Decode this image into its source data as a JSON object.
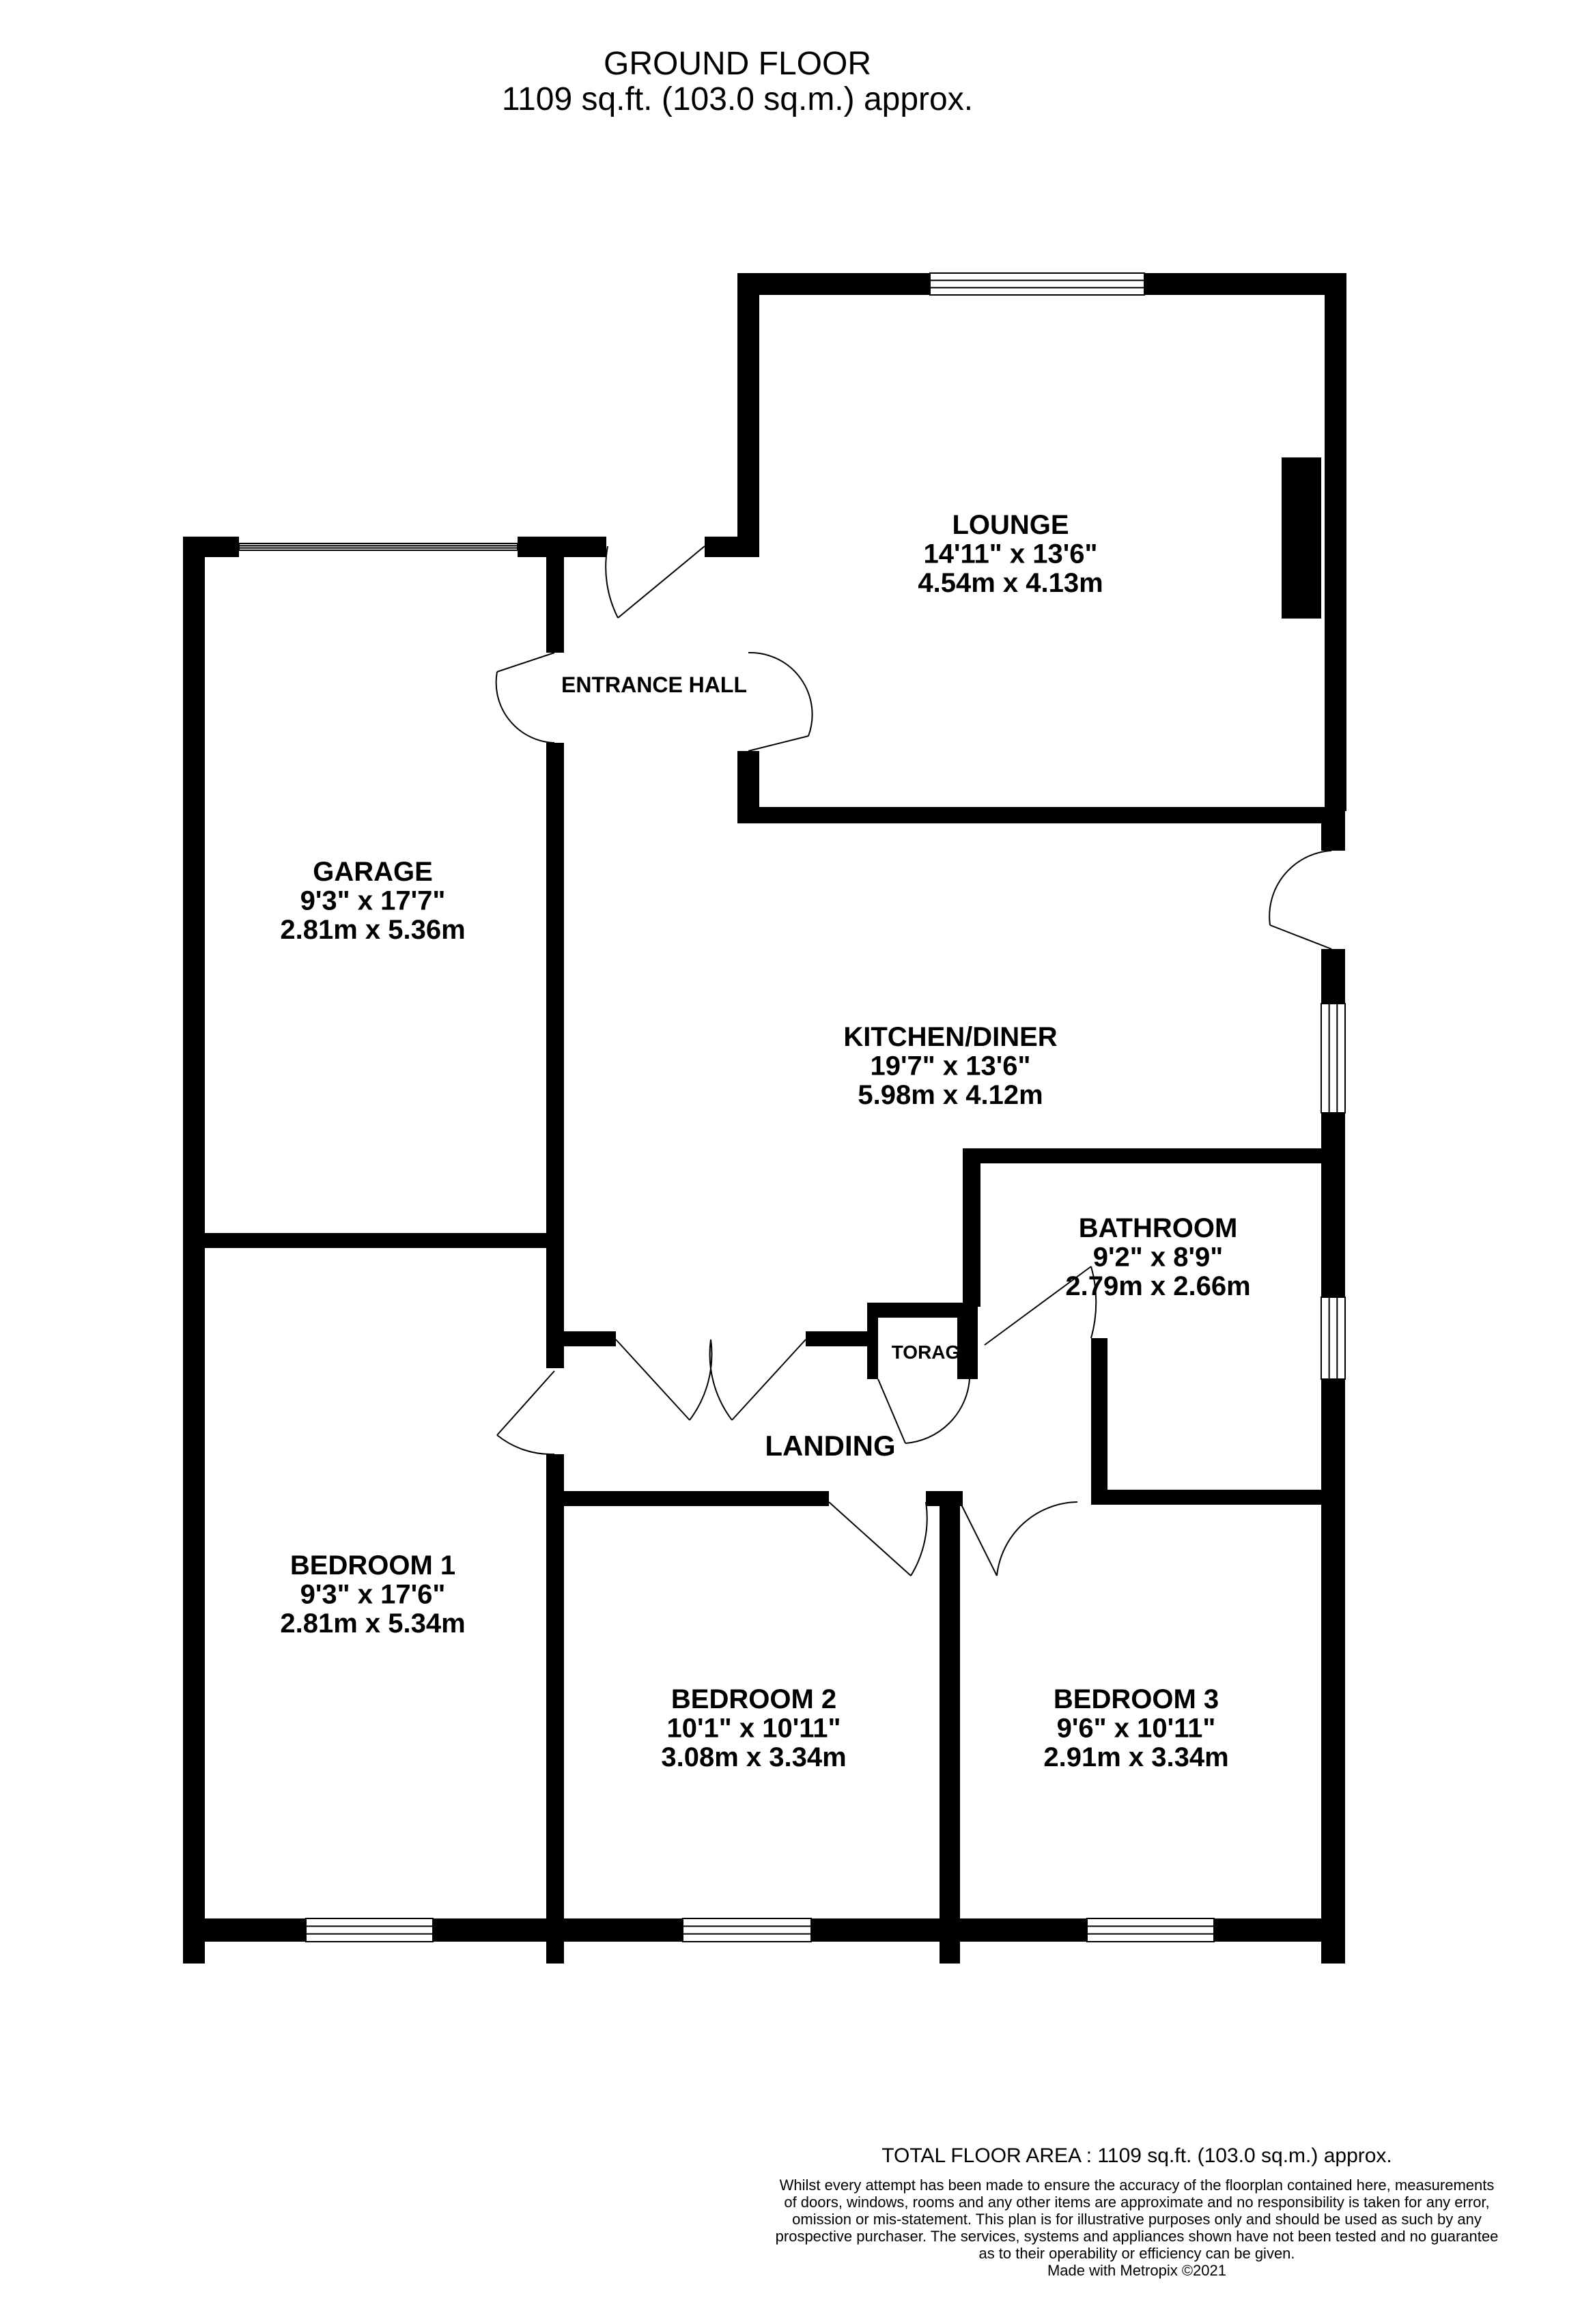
{
  "header": {
    "title": "GROUND FLOOR",
    "area": "1109 sq.ft. (103.0 sq.m.) approx."
  },
  "rooms": [
    {
      "key": "lounge",
      "name": "LOUNGE",
      "imperial": "14'11\"  x 13'6\"",
      "metric": "4.54m  x 4.13m"
    },
    {
      "key": "entrance",
      "name": "ENTRANCE HALL"
    },
    {
      "key": "garage",
      "name": "GARAGE",
      "imperial": "9'3\"  x 17'7\"",
      "metric": "2.81m  x 5.36m"
    },
    {
      "key": "kitchen",
      "name": "KITCHEN/DINER",
      "imperial": "19'7\"  x 13'6\"",
      "metric": "5.98m  x 4.12m"
    },
    {
      "key": "bathroom",
      "name": "BATHROOM",
      "imperial": "9'2\"  x 8'9\"",
      "metric": "2.79m  x 2.66m"
    },
    {
      "key": "storage",
      "name": "TORAG"
    },
    {
      "key": "landing",
      "name": "LANDING"
    },
    {
      "key": "bedroom1",
      "name": "BEDROOM 1",
      "imperial": "9'3\"  x 17'6\"",
      "metric": "2.81m  x 5.34m"
    },
    {
      "key": "bedroom2",
      "name": "BEDROOM 2",
      "imperial": "10'1\"  x 10'11\"",
      "metric": "3.08m  x 3.34m"
    },
    {
      "key": "bedroom3",
      "name": "BEDROOM 3",
      "imperial": "9'6\"  x 10'11\"",
      "metric": "2.91m  x 3.34m"
    }
  ],
  "footer": {
    "total_area": "TOTAL FLOOR AREA : 1109 sq.ft. (103.0 sq.m.) approx.",
    "disclaimer_lines": [
      "Whilst every attempt has been made to ensure the accuracy of the floorplan contained here, measurements",
      "of doors, windows, rooms and any other items are approximate and no responsibility is taken for any error,",
      "omission or mis-statement. This plan is for illustrative purposes only and should be used as such by any",
      "prospective purchaser. The services, systems and appliances shown have not been tested and no guarantee",
      "as to their operability or efficiency can be given.",
      "Made with Metropix ©2021"
    ]
  }
}
